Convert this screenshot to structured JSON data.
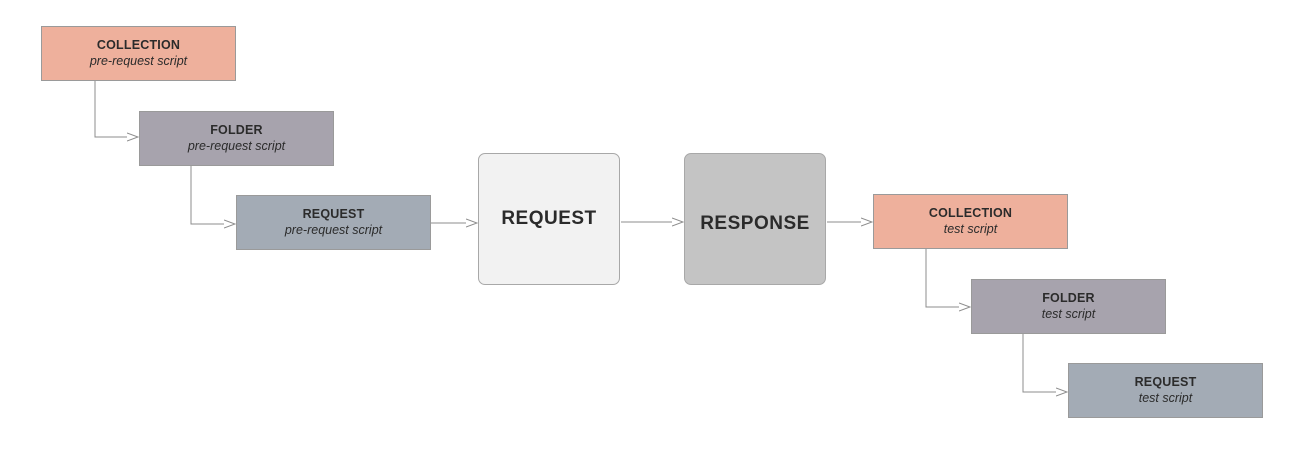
{
  "nodes": {
    "collection_pre": {
      "title": "COLLECTION",
      "subtitle": "pre-request script"
    },
    "folder_pre": {
      "title": "FOLDER",
      "subtitle": "pre-request script"
    },
    "request_pre": {
      "title": "REQUEST",
      "subtitle": "pre-request script"
    },
    "request": {
      "label": "REQUEST"
    },
    "response": {
      "label": "RESPONSE"
    },
    "collection_test": {
      "title": "COLLECTION",
      "subtitle": "test script"
    },
    "folder_test": {
      "title": "FOLDER",
      "subtitle": "test script"
    },
    "request_test": {
      "title": "REQUEST",
      "subtitle": "test script"
    }
  },
  "colors": {
    "collection": "#eeb09c",
    "folder": "#a7a3ad",
    "request_script": "#a3abb5",
    "request_box": "#f2f2f2",
    "response_box": "#c4c4c4",
    "connector": "#8c8c8c"
  }
}
